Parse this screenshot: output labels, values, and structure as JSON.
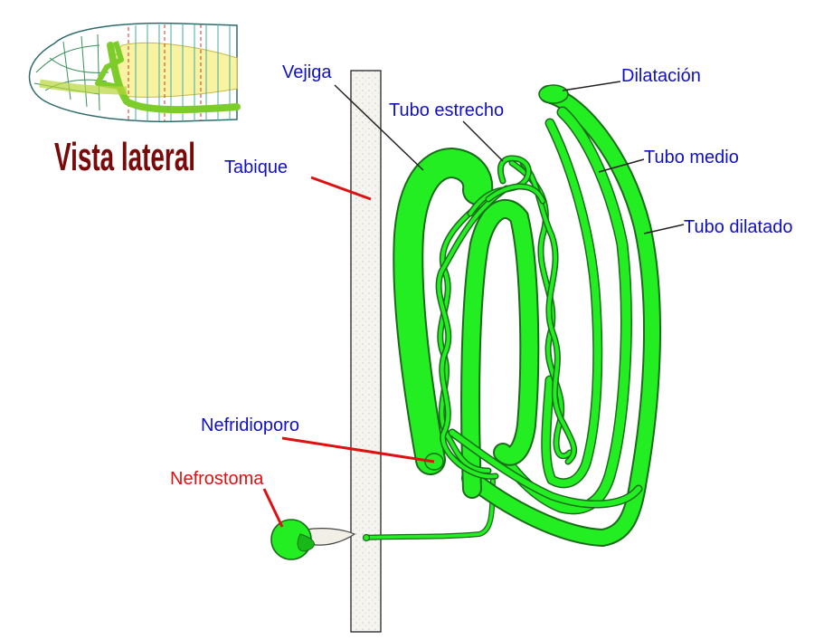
{
  "title": "Vista lateral",
  "labels": {
    "vejiga": "Vejiga",
    "tubo_estrecho": "Tubo estrecho",
    "dilatacion": "Dilatación",
    "tabique": "Tabique",
    "tubo_medio": "Tubo medio",
    "tubo_dilatado": "Tubo dilatado",
    "nefridioporo": "Nefridioporo",
    "nefrostoma": "Nefrostoma"
  },
  "colors": {
    "tube": "#22ee22",
    "tube_outline": "#1a6b1a",
    "label_blue": "#1010c8",
    "label_red": "#dd1111",
    "title": "#7a0a0a",
    "septum": "#f6f4f0",
    "thumb_yellow": "#f7f3a0",
    "thumb_green": "#7ccc2a",
    "thumb_gut": "#b7d53a"
  }
}
